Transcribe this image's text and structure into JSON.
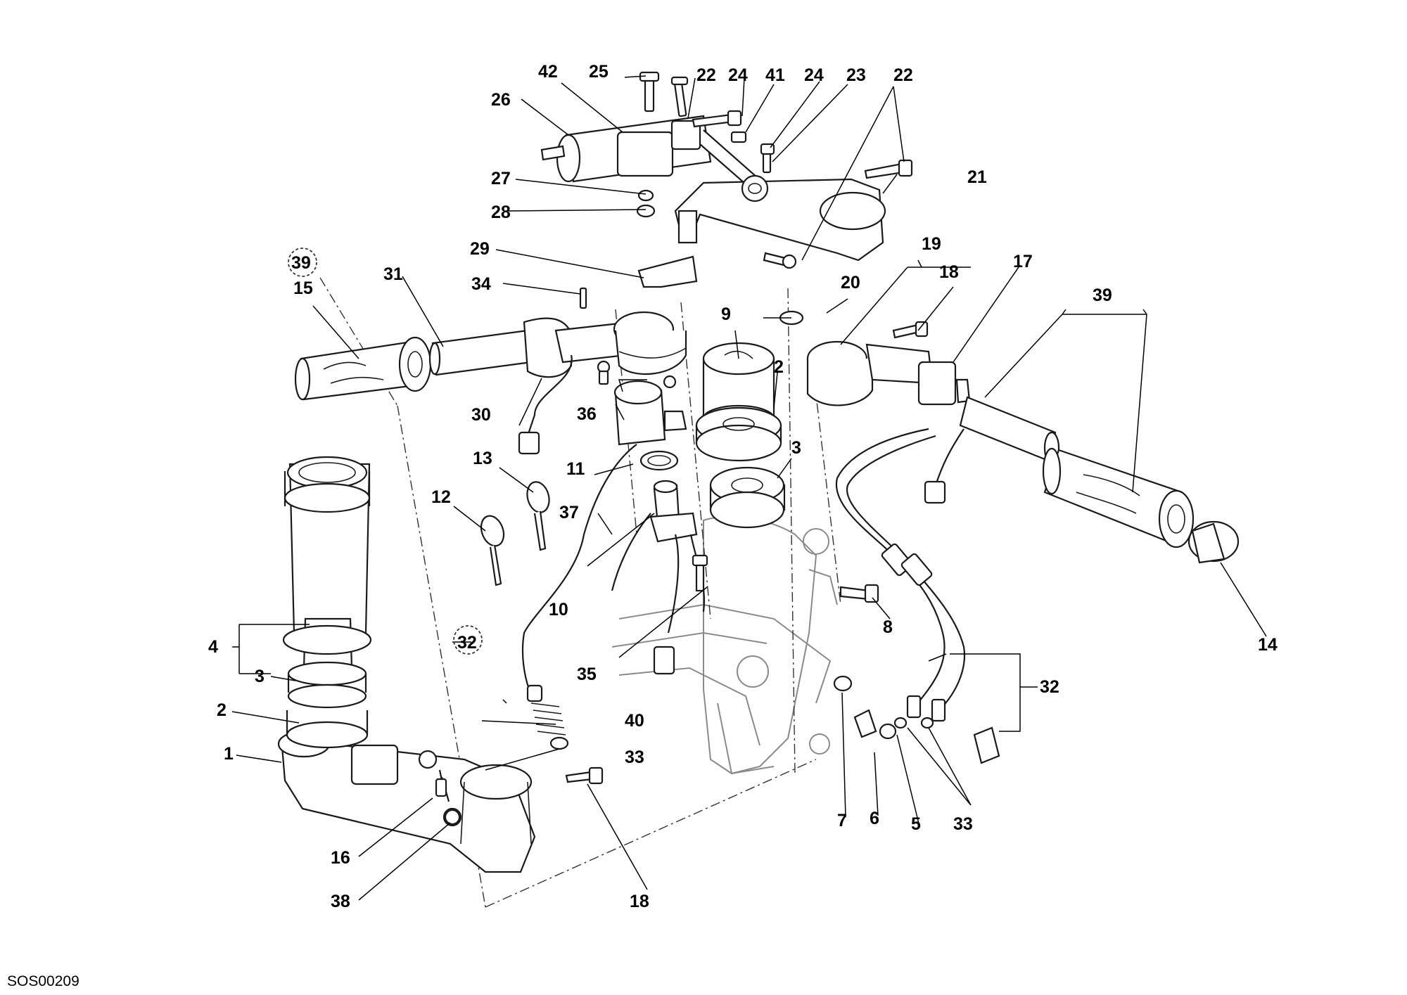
{
  "diagram": {
    "drawing_code": "SOS00209",
    "callouts": [
      "1",
      "2",
      "3",
      "4",
      "5",
      "6",
      "7",
      "8",
      "9",
      "10",
      "11",
      "12",
      "13",
      "14",
      "15",
      "16",
      "17",
      "18",
      "19",
      "20",
      "21",
      "22",
      "23",
      "24",
      "25",
      "26",
      "27",
      "28",
      "29",
      "30",
      "31",
      "32",
      "33",
      "34",
      "35",
      "36",
      "37",
      "38",
      "39",
      "40",
      "41",
      "42"
    ]
  }
}
